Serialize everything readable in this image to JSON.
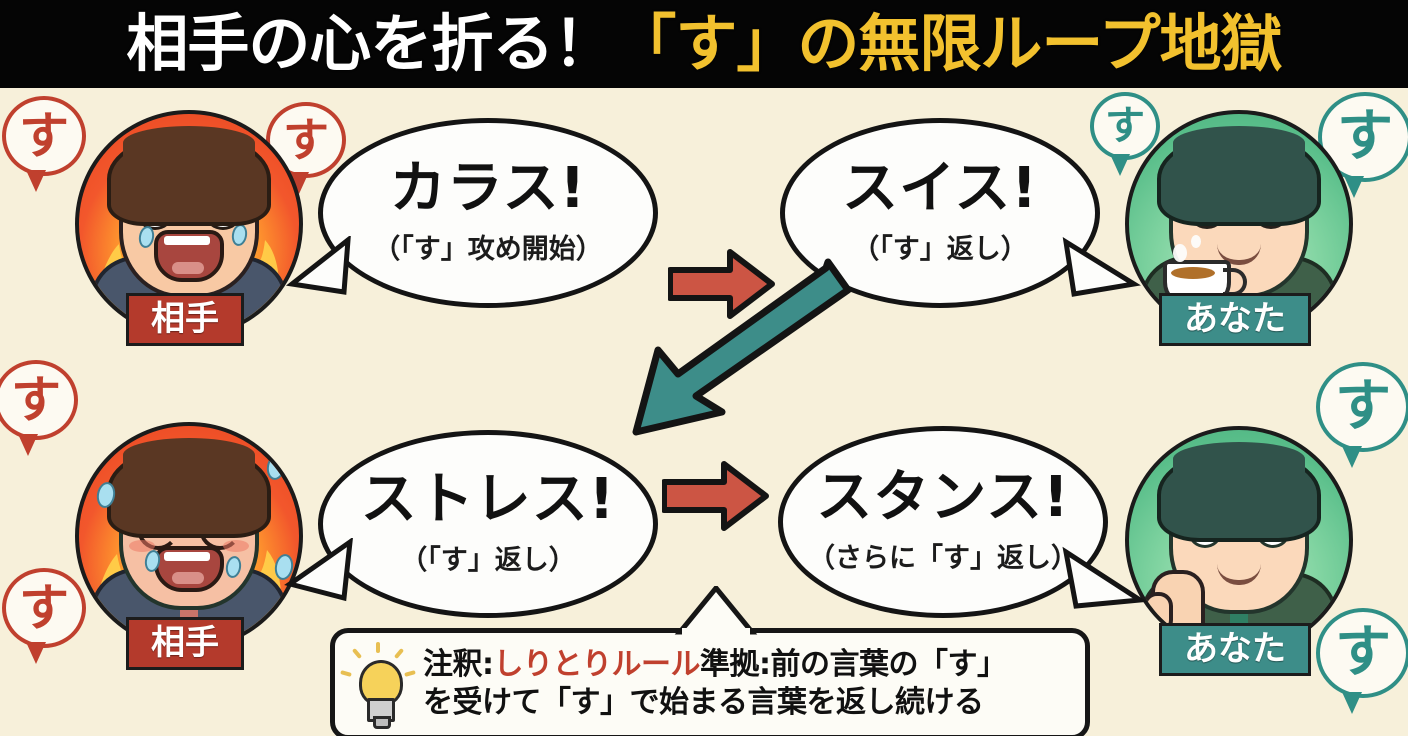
{
  "header": {
    "title_white": "相手の心を折る！",
    "title_yellow": "「す」の無限ループ地獄",
    "title_full": "相手の心を折る！「す」の無限ループ地獄"
  },
  "colors": {
    "background": "#f7f0da",
    "title_bar": "#050505",
    "title_white": "#ffffff",
    "title_yellow": "#f2c12e",
    "arrow_red": "#cc5544",
    "arrow_teal": "#3d8d89",
    "badge_red": "#b43a2c",
    "badge_teal": "#3d8d89",
    "su_red": "#c0402e",
    "su_teal": "#2f8f86",
    "note_highlight": "#c0402e"
  },
  "characters": [
    {
      "id": "opponent-top",
      "badge": "相手",
      "badge_color": "red",
      "mood": "angry",
      "side": "left"
    },
    {
      "id": "you-top",
      "badge": "あなた",
      "badge_color": "teal",
      "mood": "calm-coffee",
      "side": "right"
    },
    {
      "id": "opponent-bottom",
      "badge": "相手",
      "badge_color": "red",
      "mood": "dizzy",
      "side": "left"
    },
    {
      "id": "you-bottom",
      "badge": "あなた",
      "badge_color": "teal",
      "mood": "thumbs-up",
      "side": "right"
    }
  ],
  "bubbles": [
    {
      "id": "bubble-1",
      "main": "カラス!",
      "sub": "（「す」攻め開始）"
    },
    {
      "id": "bubble-2",
      "main": "スイス!",
      "sub": "（「す」返し）"
    },
    {
      "id": "bubble-3",
      "main": "ストレス!",
      "sub": "（「す」返し）"
    },
    {
      "id": "bubble-4",
      "main": "スタンス!",
      "sub": "（さらに「す」返し）"
    }
  ],
  "su_marks": [
    {
      "id": "su-1",
      "char": "す",
      "color": "red"
    },
    {
      "id": "su-2",
      "char": "す",
      "color": "red"
    },
    {
      "id": "su-3",
      "char": "す",
      "color": "red"
    },
    {
      "id": "su-4",
      "char": "す",
      "color": "red"
    },
    {
      "id": "su-5",
      "char": "す",
      "color": "teal"
    },
    {
      "id": "su-6",
      "char": "す",
      "color": "teal"
    },
    {
      "id": "su-7",
      "char": "す",
      "color": "teal"
    },
    {
      "id": "su-8",
      "char": "す",
      "color": "teal"
    }
  ],
  "note": {
    "icon": "lightbulb-icon",
    "line1_prefix": "注釈:",
    "line1_highlight": "しりとりルール",
    "line1_suffix": "準拠:前の言葉の「す」",
    "line2": "を受けて「す」で始まる言葉を返し続ける",
    "full": "注釈:しりとりルール準拠:前の言葉の「す」を受けて「す」で始まる言葉を返し続ける"
  },
  "arrows": [
    {
      "id": "arrow-top",
      "direction": "right",
      "color": "red"
    },
    {
      "id": "arrow-diagonal",
      "direction": "down-left",
      "color": "teal"
    },
    {
      "id": "arrow-bottom",
      "direction": "right",
      "color": "red"
    }
  ]
}
